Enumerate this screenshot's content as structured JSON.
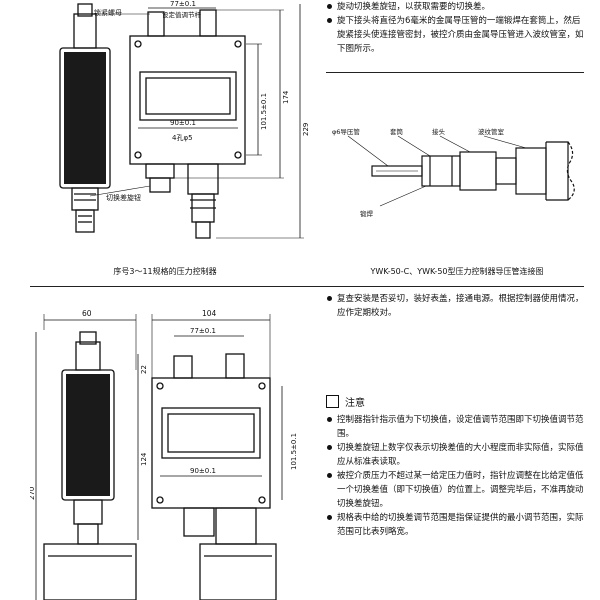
{
  "top_right": {
    "bullets": [
      "旋动切换差旋钮，以获取需要的切换差。",
      "旋下接头将直径为6毫米的金属导压管的一端锻焊在套筒上，然后旋紧接头使连接管密封，被控介质由金属导压管进入波纹管室，如下图所示。"
    ]
  },
  "figure1": {
    "caption": "序号3～11规格的压力控制器",
    "labels": {
      "lock_nut": "锁紧螺母",
      "set_value_screw": "设定值调节杆",
      "switch_knob": "切换差旋钮",
      "dim_77": "77±0.1",
      "dim_90": "90±0.1",
      "dim_hole": "4孔φ5",
      "dim_101": "101.5±0.1",
      "dim_174": "174",
      "dim_229": "229"
    }
  },
  "figure2": {
    "caption": "YWK-50-C、YWK-50型压力控制器导压管连接图",
    "labels": {
      "pipe": "φ6导压管",
      "sleeve": "套筒",
      "joint": "接头",
      "bellows": "波纹管室",
      "weld": "锻焊"
    }
  },
  "figure3": {
    "labels": {
      "dim_60": "60",
      "dim_104": "104",
      "dim_77": "77±0.1",
      "dim_90": "90±0.1",
      "dim_22": "22",
      "dim_124": "124",
      "dim_270": "270",
      "dim_101": "101.5±0.1"
    }
  },
  "middle_right": {
    "bullet": "复查安装是否妥切，装好表盖，接通电源。根据控制器使用情况，应作定期校对。"
  },
  "notes": {
    "title": "注意",
    "items": [
      "控制器指针指示值为下切换值，设定值调节范围即下切换值调节范围。",
      "切换差旋钮上数字仅表示切换差值的大小程度而非实际值，实际值应从标准表读取。",
      "被控介质压力不超过某一给定压力值时，指针应调整在比给定值低一个切换差值（即下切换值）的位置上。调整完毕后，不准再旋动切换差旋钮。",
      "规格表中给的切换差调节范围是指保证提供的最小调节范围，实际范围可比表列略宽。"
    ]
  }
}
